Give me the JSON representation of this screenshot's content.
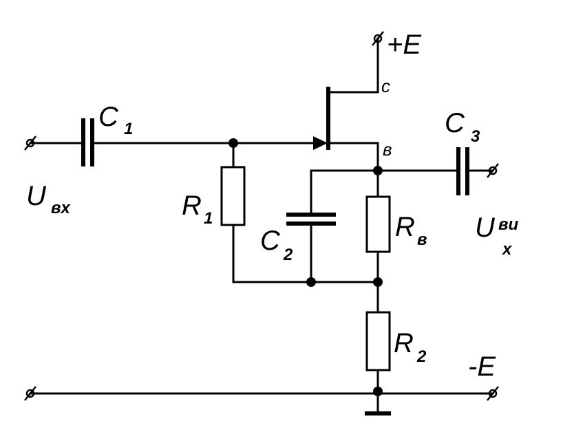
{
  "labels": {
    "u_in": "U",
    "u_in_sub": "вх",
    "c1": "C",
    "c1_sub": "1",
    "r1": "R",
    "r1_sub": "1",
    "c2": "C",
    "c2_sub": "2",
    "collector": "c",
    "base": "в",
    "plus_e": "+E",
    "c3": "C",
    "c3_sub": "3",
    "rb": "R",
    "rb_sub": "в",
    "u_out": "U",
    "u_out_sub": "ви",
    "u_out_sub2": "х",
    "r2": "R",
    "r2_sub": "2",
    "minus_e": "-E"
  }
}
